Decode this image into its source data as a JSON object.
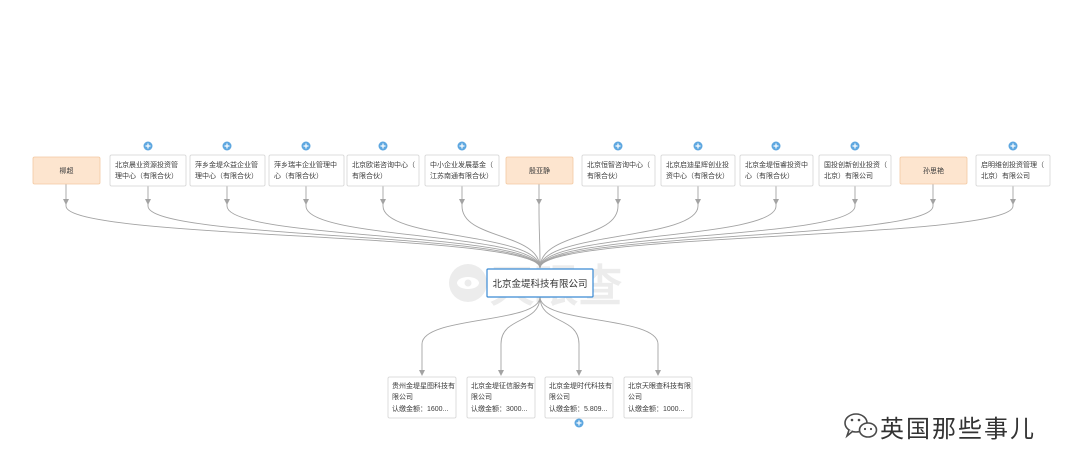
{
  "company": {
    "name": "北京金堤科技有限公司"
  },
  "shareholders": [
    {
      "person": true,
      "lines": [
        "柳超"
      ]
    },
    {
      "person": false,
      "lines": [
        "北京晨业资源投资管",
        "理中心（有限合伙）"
      ]
    },
    {
      "person": false,
      "lines": [
        "萍乡金堤众益企业管",
        "理中心（有限合伙）"
      ]
    },
    {
      "person": false,
      "lines": [
        "萍乡瑞丰企业管理中",
        "心（有限合伙）"
      ]
    },
    {
      "person": false,
      "lines": [
        "北京欧诺咨询中心（",
        "有限合伙）"
      ]
    },
    {
      "person": false,
      "lines": [
        "中小企业发展基金（",
        "江苏南通有限合伙）"
      ]
    },
    {
      "person": true,
      "lines": [
        "殷亚静"
      ]
    },
    {
      "person": false,
      "lines": [
        "北京恒智咨询中心（",
        "有限合伙）"
      ]
    },
    {
      "person": false,
      "lines": [
        "北京启迪星辉创业投",
        "资中心（有限合伙）"
      ]
    },
    {
      "person": false,
      "lines": [
        "北京金堤恒睿投资中",
        "心（有限合伙）"
      ]
    },
    {
      "person": false,
      "lines": [
        "国投创新创业投资（",
        "北京）有限公司"
      ]
    },
    {
      "person": true,
      "lines": [
        "孙思艳"
      ]
    },
    {
      "person": false,
      "lines": [
        "启明维创投资管理（",
        "北京）有限公司"
      ]
    }
  ],
  "investments": {
    "amount_label": "认缴金额：",
    "items": [
      {
        "lines": [
          "贵州金堤星图科技有",
          "限公司"
        ],
        "amount": "1600..."
      },
      {
        "lines": [
          "北京金堤征信服务有",
          "限公司"
        ],
        "amount": "3000..."
      },
      {
        "lines": [
          "北京金堤时代科技有",
          "限公司"
        ],
        "amount": "5.809..."
      },
      {
        "lines": [
          "北京天眼查科技有限",
          "公司"
        ],
        "amount": "1000..."
      }
    ]
  },
  "watermarks": {
    "site": "天眼查",
    "account": "英国那些事儿"
  },
  "icons": {
    "expand": "plus-circle-icon",
    "relation": "arrow-down-icon",
    "account": "wechat-icon",
    "site_logo": "tianyancha-logo-icon"
  },
  "colors": {
    "person_fill": "#fde5cf",
    "person_border": "#f3c9a2",
    "company_fill": "#ffffff",
    "box_border": "#d4d4d4",
    "focus_border": "#3a8ad4",
    "expand_icon": "#5ea7e0",
    "connector": "#a3a3a3",
    "watermark": "#ececec",
    "text": "#3c3c3c"
  }
}
